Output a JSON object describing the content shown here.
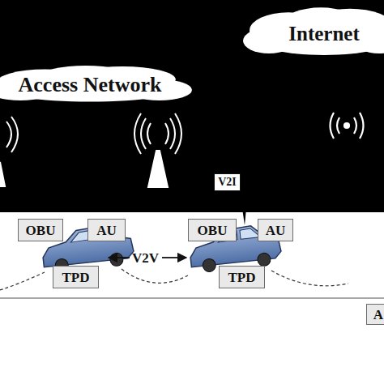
{
  "diagram": {
    "nodes": [
      {
        "text": [
          "Access Network"
        ]
      },
      {
        "text": [
          "Internet"
        ]
      },
      {
        "text": [
          "OBU"
        ]
      },
      {
        "text": [
          "AU"
        ]
      },
      {
        "text": [
          "TPD"
        ]
      },
      {
        "text": [
          "OBU"
        ]
      },
      {
        "text": [
          "AU"
        ]
      },
      {
        "text": [
          "TPD"
        ]
      },
      {
        "text": [
          "V2I"
        ]
      },
      {
        "text": [
          "A"
        ]
      }
    ],
    "labels": [
      "V2V"
    ]
  }
}
